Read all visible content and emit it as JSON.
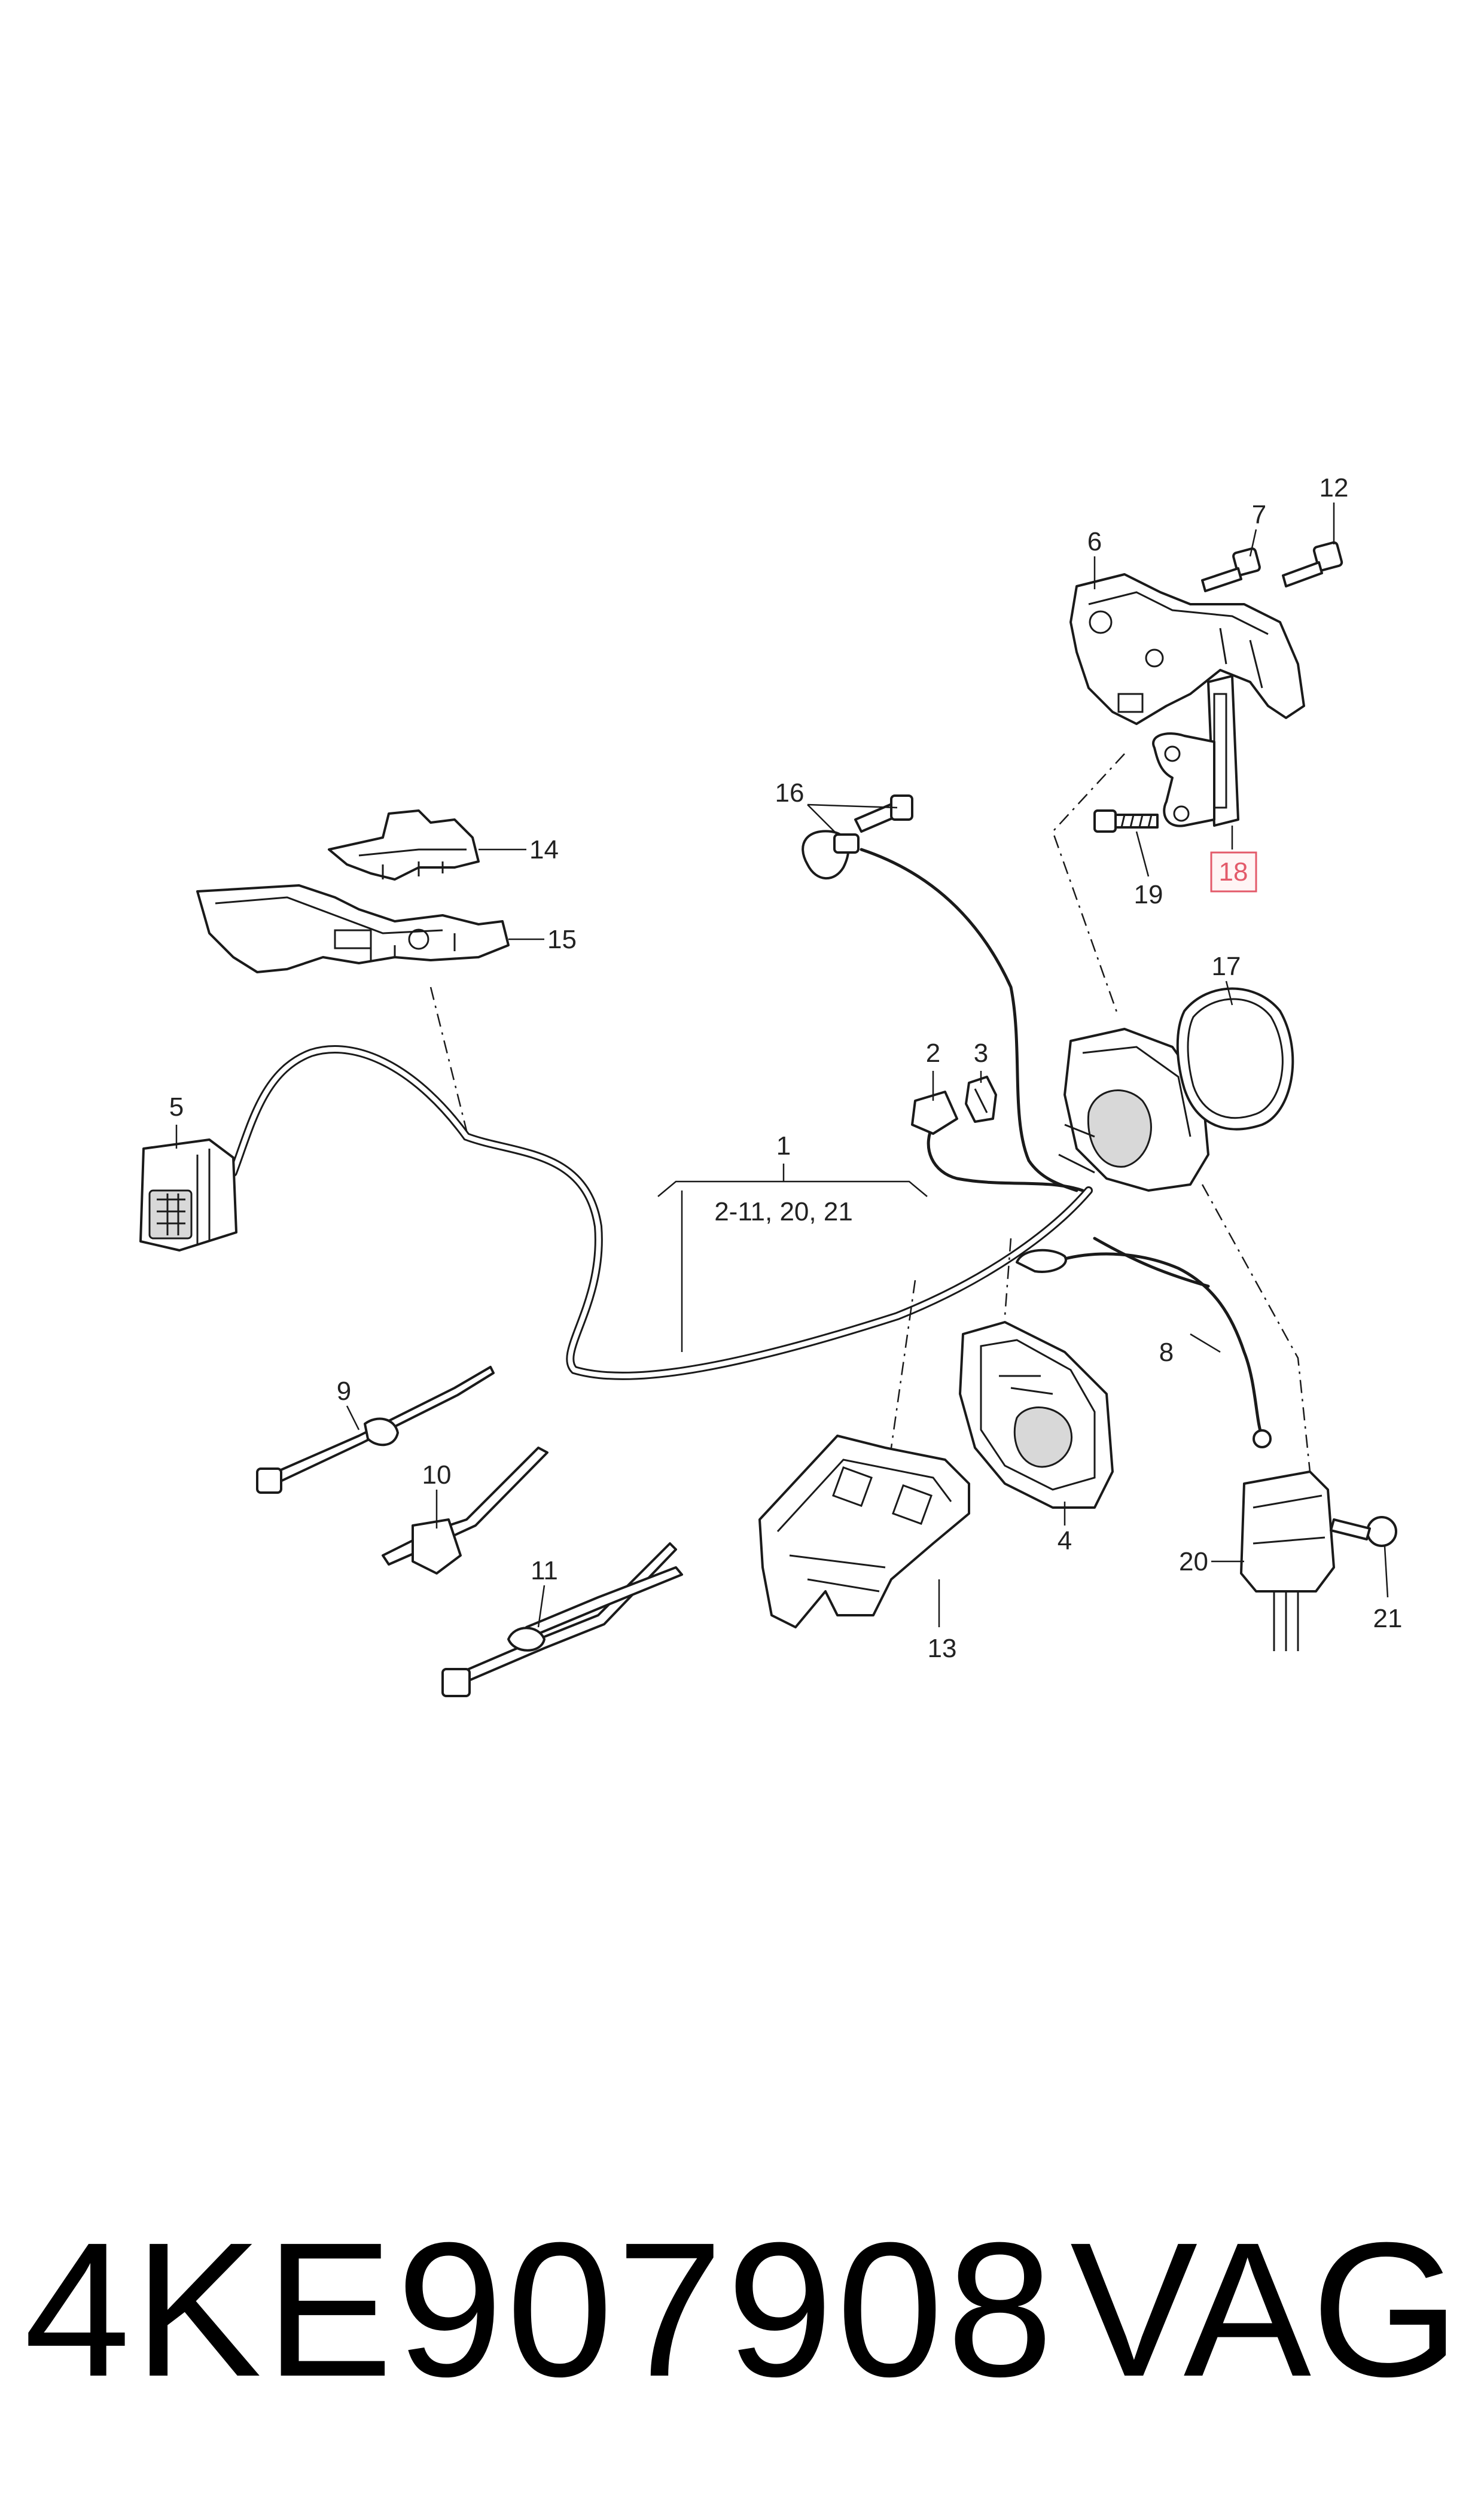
{
  "callouts": {
    "c1": "1",
    "c1_range": "2-11, 20, 21",
    "c2": "2",
    "c3": "3",
    "c4": "4",
    "c5": "5",
    "c6": "6",
    "c7": "7",
    "c8": "8",
    "c9": "9",
    "c10": "10",
    "c11": "11",
    "c12": "12",
    "c13": "13",
    "c14": "14",
    "c15": "15",
    "c16": "16",
    "c17": "17",
    "c18": "18",
    "c19": "19",
    "c20": "20",
    "c21": "21"
  },
  "highlighted_callout": "18",
  "footer": {
    "part_number": "4KE907908",
    "brand": "VAG"
  },
  "colors": {
    "highlight": "#e35a6a",
    "line": "#1a1a1a"
  }
}
